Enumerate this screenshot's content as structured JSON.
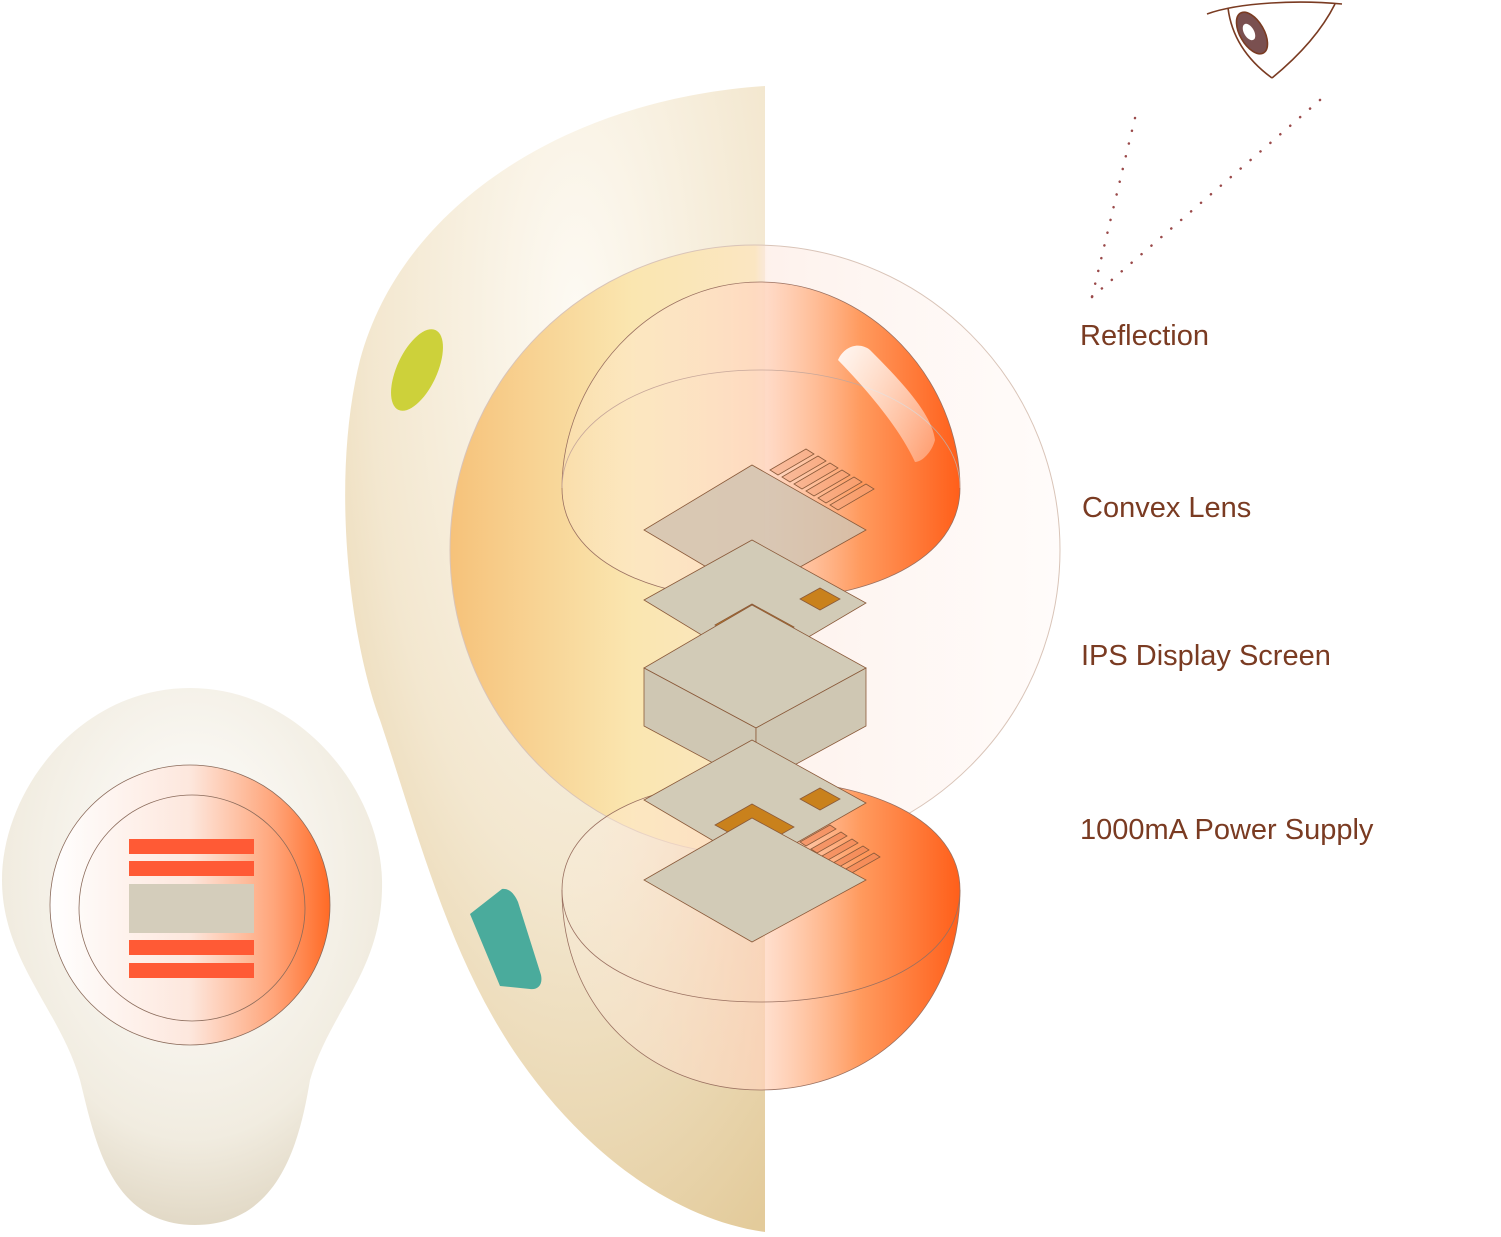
{
  "labels": {
    "reflection": "Reflection",
    "convex_lens": "Convex Lens",
    "display": "IPS Display Screen",
    "power": "1000mA Power Supply"
  },
  "colors": {
    "label_text": "#7a3b22",
    "shell_cream": "#efe2c6",
    "lens_orange": "#ff6a1f",
    "lens_yellow": "#f8d98a",
    "chip_plate": "#d2cbb7",
    "chip_gold": "#c9811c",
    "connector": "#f28a5a",
    "stripe_red": "#ff5a35",
    "marker_lime": "#cdd13a",
    "marker_teal": "#4aab9c",
    "eye_brown": "#7a3b22"
  },
  "icons": {
    "eye": "eye-icon",
    "sight_line": "dotted-sight-line"
  }
}
